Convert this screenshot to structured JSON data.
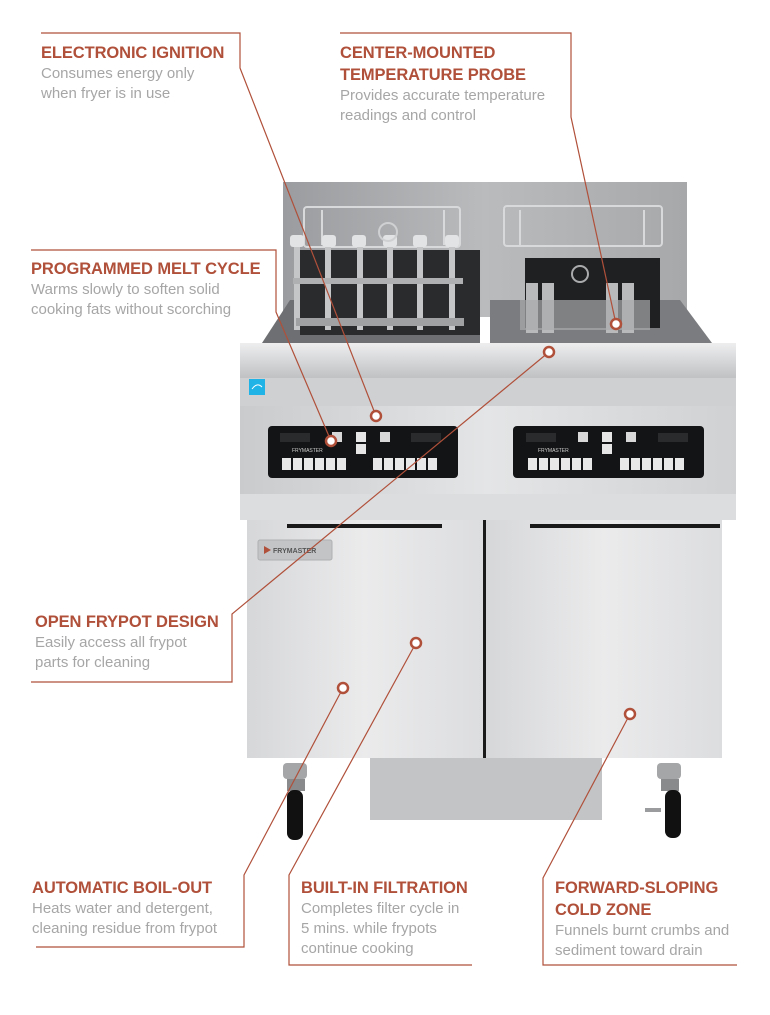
{
  "diagram": {
    "subject": "Commercial electric fryer with two frypots",
    "accent_color": "#b0503a",
    "description_color": "#a6a6a6",
    "brand_label": "FRYMASTER",
    "controller_label": "FRYMASTER",
    "energy_badge_color": "#1fb3e6"
  },
  "callouts": [
    {
      "id": "electronic-ignition",
      "title": "ELECTRONIC IGNITION",
      "lines": [
        "Consumes energy only",
        "when fryer is in use"
      ]
    },
    {
      "id": "center-mounted-probe",
      "title": [
        "CENTER-MOUNTED",
        "TEMPERATURE PROBE"
      ],
      "lines": [
        "Provides accurate temperature",
        "readings and control"
      ]
    },
    {
      "id": "programmed-melt-cycle",
      "title": "PROGRAMMED MELT CYCLE",
      "lines": [
        "Warms slowly to soften solid",
        "cooking fats without scorching"
      ]
    },
    {
      "id": "open-frypot-design",
      "title": "OPEN FRYPOT DESIGN",
      "lines": [
        "Easily access all frypot",
        "parts for cleaning"
      ]
    },
    {
      "id": "automatic-boil-out",
      "title": "AUTOMATIC BOIL-OUT",
      "lines": [
        "Heats water and detergent,",
        "cleaning residue from frypot"
      ]
    },
    {
      "id": "built-in-filtration",
      "title": "BUILT-IN FILTRATION",
      "lines": [
        "Completes filter cycle in",
        "5 mins. while frypots",
        "continue cooking"
      ]
    },
    {
      "id": "forward-sloping-cold-zone",
      "title": [
        "FORWARD-SLOPING",
        "COLD ZONE"
      ],
      "lines": [
        "Funnels burnt crumbs and",
        "sediment toward drain"
      ]
    }
  ]
}
